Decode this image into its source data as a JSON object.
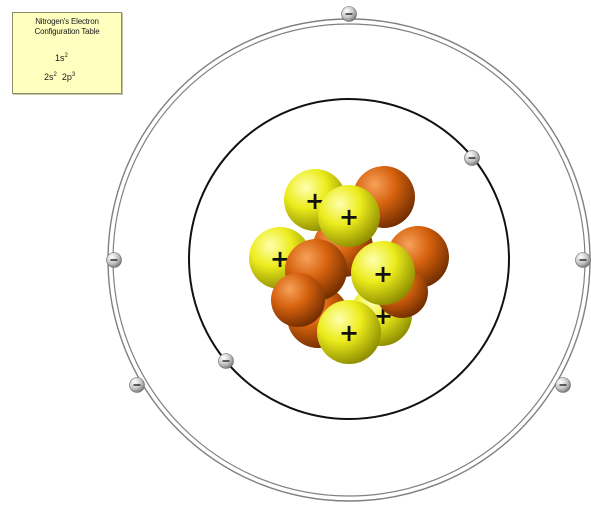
{
  "config_table": {
    "title_line1": "Nitrogen's Electron",
    "title_line2": "Configuration Table",
    "line1": {
      "orbital": "1s",
      "count": "2"
    },
    "line2": [
      {
        "orbital": "2s",
        "count": "2"
      },
      {
        "orbital": "2p",
        "count": "3"
      }
    ]
  },
  "atom": {
    "shells": [
      {
        "electrons": 2
      },
      {
        "electrons": 5
      }
    ],
    "nucleus": {
      "protons": 7,
      "neutrons": 7
    },
    "proton_symbol": "+",
    "colors": {
      "proton": "#e6e600",
      "neutron": "#d2600c",
      "inner_orbit": "#111111",
      "outer_orbit": "#777777",
      "electron": "#c0c0c0"
    }
  }
}
